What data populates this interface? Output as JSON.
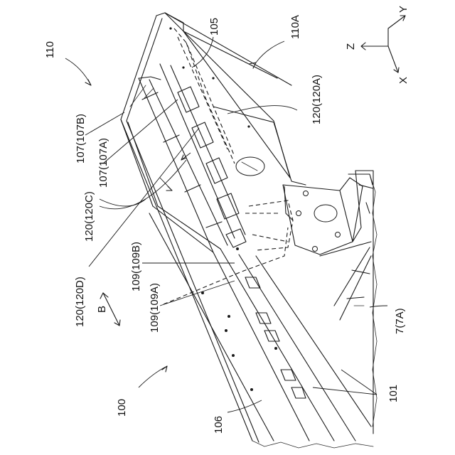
{
  "labels": {
    "ref_110": "110",
    "ref_105": "105",
    "ref_110A": "110A",
    "ref_120A": "120(120A)",
    "ref_107B": "107(107B)",
    "ref_107A": "107(107A)",
    "ref_120C": "120(120C)",
    "ref_120D": "120(120D)",
    "ref_109B": "109(109B)",
    "ref_109A": "109(109A)",
    "ref_B": "B",
    "ref_7A": "7(7A)",
    "ref_100": "100",
    "ref_106": "106",
    "ref_101": "101"
  },
  "axes": {
    "x": "X",
    "y": "Y",
    "z": "Z"
  }
}
